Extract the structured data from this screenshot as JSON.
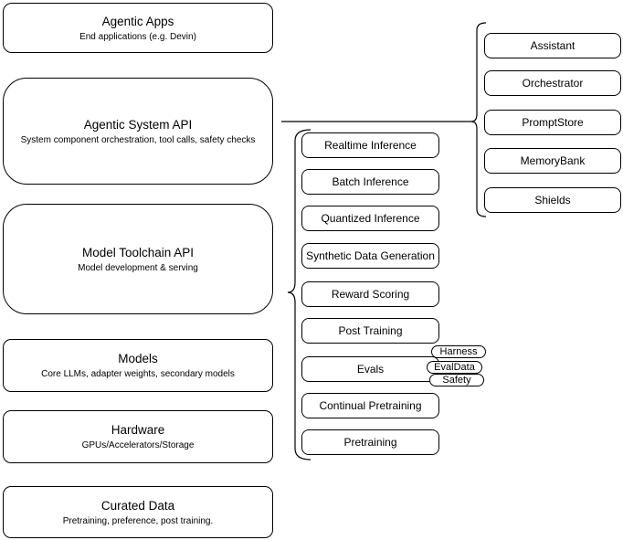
{
  "colors": {
    "stroke": "#000000",
    "node_fill": "#ffffff",
    "background": "#ffffff"
  },
  "stack": [
    {
      "title": "Agentic Apps",
      "subtitle": "End applications (e.g. Devin)"
    },
    {
      "title": "Agentic System API",
      "subtitle": "System component orchestration, tool calls, safety checks"
    },
    {
      "title": "Model Toolchain API",
      "subtitle": "Model development & serving"
    },
    {
      "title": "Models",
      "subtitle": "Core LLMs, adapter weights, secondary models"
    },
    {
      "title": "Hardware",
      "subtitle": "GPUs/Accelerators/Storage"
    },
    {
      "title": "Curated Data",
      "subtitle": "Pretraining, preference, post training."
    }
  ],
  "toolchain_items": [
    "Realtime Inference",
    "Batch Inference",
    "Quantized Inference",
    "Synthetic Data Generation",
    "Reward Scoring",
    "Post Training",
    "Evals",
    "Continual Pretraining",
    "Pretraining"
  ],
  "evals_tags": [
    "Harness",
    "EvalData",
    "Safety"
  ],
  "system_components": [
    "Assistant",
    "Orchestrator",
    "PromptStore",
    "MemoryBank",
    "Shields"
  ]
}
